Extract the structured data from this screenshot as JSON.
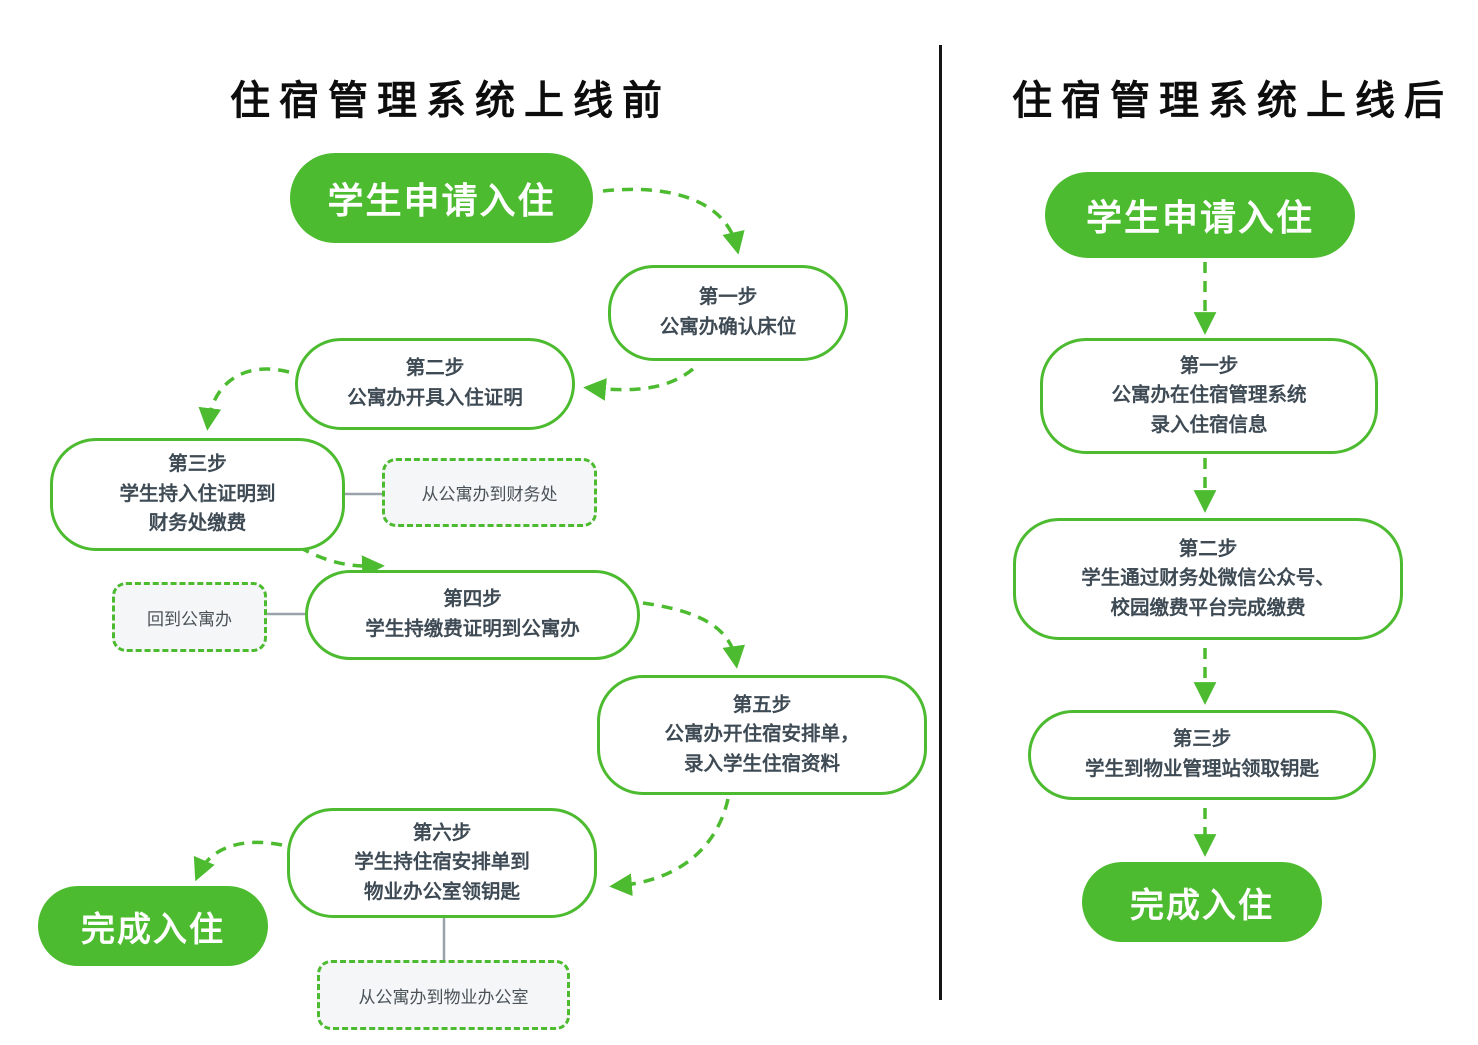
{
  "left": {
    "title": "住宿管理系统上线前",
    "start_label": "学生申请入住",
    "end_label": "完成入住",
    "steps": [
      {
        "title": "第一步",
        "lines": [
          "公寓办确认床位"
        ]
      },
      {
        "title": "第二步",
        "lines": [
          "公寓办开具入住证明"
        ]
      },
      {
        "title": "第三步",
        "lines": [
          "学生持入住证明到",
          "财务处缴费"
        ]
      },
      {
        "title": "第四步",
        "lines": [
          "学生持缴费证明到公寓办"
        ]
      },
      {
        "title": "第五步",
        "lines": [
          "公寓办开住宿安排单，",
          "录入学生住宿资料"
        ]
      },
      {
        "title": "第六步",
        "lines": [
          "学生持住宿安排单到",
          "物业办公室领钥匙"
        ]
      }
    ],
    "notes": [
      {
        "label": "从公寓办到财务处"
      },
      {
        "label": "回到公寓办"
      },
      {
        "label": "从公寓办到物业办公室"
      }
    ]
  },
  "right": {
    "title": "住宿管理系统上线后",
    "start_label": "学生申请入住",
    "end_label": "完成入住",
    "steps": [
      {
        "title": "第一步",
        "lines": [
          "公寓办在住宿管理系统",
          "录入住宿信息"
        ]
      },
      {
        "title": "第二步",
        "lines": [
          "学生通过财务处微信公众号、",
          "校园缴费平台完成缴费"
        ]
      },
      {
        "title": "第三步",
        "lines": [
          "学生到物业管理站领取钥匙"
        ]
      }
    ]
  },
  "colors": {
    "green": "#4CBB2F",
    "ink": "#3E4A54",
    "notebg": "#F4F6F8",
    "connector": "#9AA3AB",
    "divider": "#141414"
  }
}
